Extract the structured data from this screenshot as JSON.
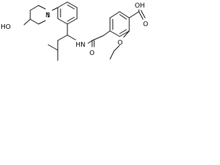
{
  "diagram_type": "skeletal structural formula",
  "atom_labels": {
    "piperidine_nitrogen": "N",
    "hydroxyl": "HO",
    "amide_nh": "HN",
    "amide_oxygen": "O",
    "ether_oxygen": "O",
    "carboxylic_acid": "OH",
    "carboxyl_oxygen": "O"
  }
}
